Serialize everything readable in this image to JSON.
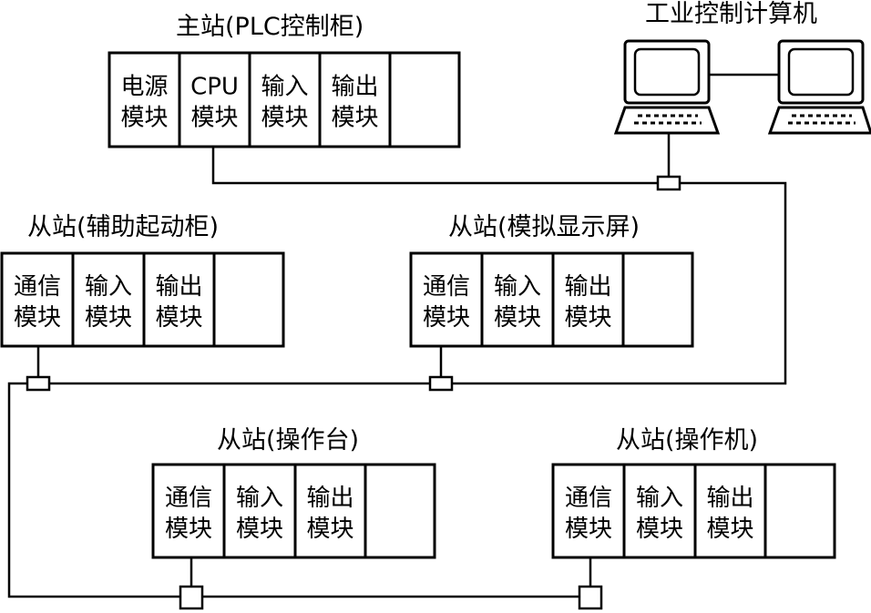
{
  "master": {
    "title": "主站(PLC控制柜)",
    "modules": [
      {
        "line1": "电源",
        "line2": "模块"
      },
      {
        "line1": "CPU",
        "line2": "模块"
      },
      {
        "line1": "输入",
        "line2": "模块"
      },
      {
        "line1": "输出",
        "line2": "模块"
      },
      {
        "line1": "",
        "line2": ""
      }
    ]
  },
  "computer": {
    "title": "工业控制计算机"
  },
  "slaves": [
    {
      "id": "aux-start",
      "title": "从站(辅助起动柜)",
      "modules": [
        {
          "line1": "通信",
          "line2": "模块"
        },
        {
          "line1": "输入",
          "line2": "模块"
        },
        {
          "line1": "输出",
          "line2": "模块"
        },
        {
          "line1": "",
          "line2": ""
        }
      ]
    },
    {
      "id": "display",
      "title": "从站(模拟显示屏)",
      "modules": [
        {
          "line1": "通信",
          "line2": "模块"
        },
        {
          "line1": "输入",
          "line2": "模块"
        },
        {
          "line1": "输出",
          "line2": "模块"
        },
        {
          "line1": "",
          "line2": ""
        }
      ]
    },
    {
      "id": "console",
      "title": "从站(操作台)",
      "modules": [
        {
          "line1": "通信",
          "line2": "模块"
        },
        {
          "line1": "输入",
          "line2": "模块"
        },
        {
          "line1": "输出",
          "line2": "模块"
        },
        {
          "line1": "",
          "line2": ""
        }
      ]
    },
    {
      "id": "operator",
      "title": "从站(操作机)",
      "modules": [
        {
          "line1": "通信",
          "line2": "模块"
        },
        {
          "line1": "输入",
          "line2": "模块"
        },
        {
          "line1": "输出",
          "line2": "模块"
        },
        {
          "line1": "",
          "line2": ""
        }
      ]
    }
  ]
}
